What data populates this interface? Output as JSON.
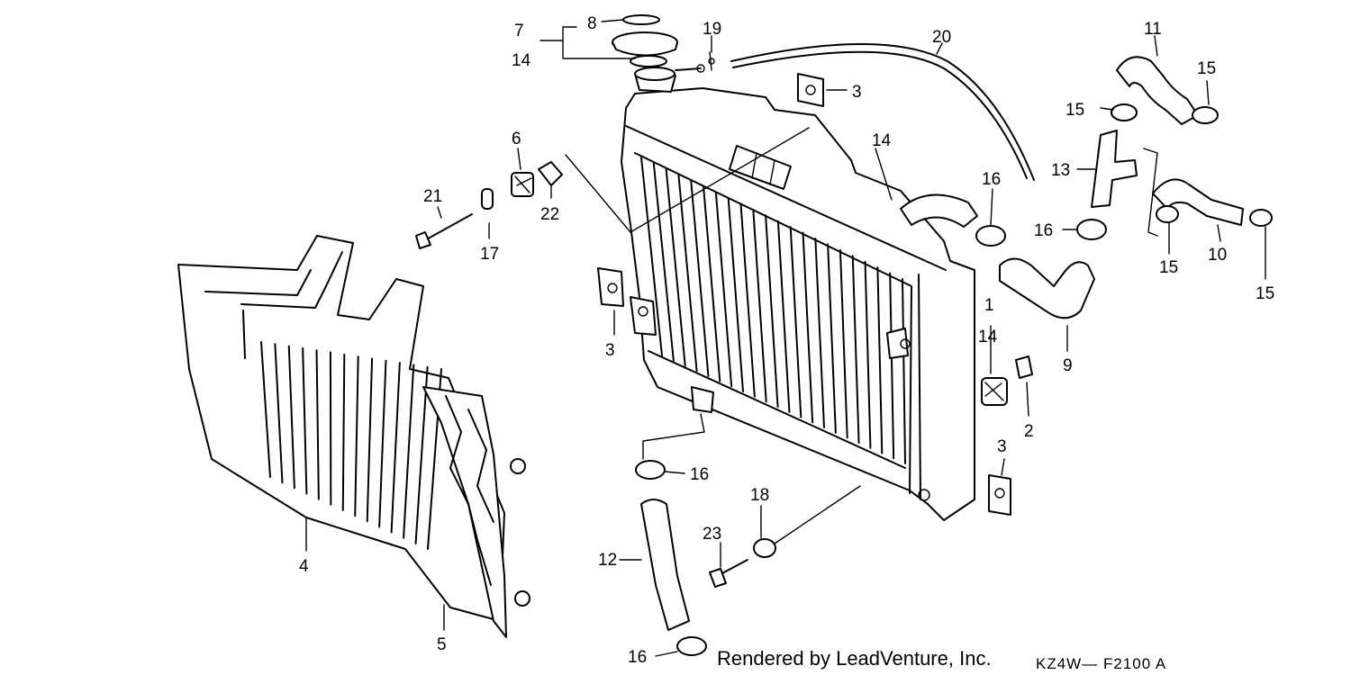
{
  "diagram": {
    "credit": "Rendered by LeadVenture, Inc.",
    "code": "KZ4W— F2100 A",
    "callouts": [
      "7",
      "8",
      "14",
      "19",
      "20",
      "11",
      "15",
      "3",
      "15",
      "6",
      "14",
      "13",
      "21",
      "22",
      "16",
      "16",
      "17",
      "15",
      "10",
      "15",
      "3",
      "1",
      "14",
      "9",
      "2",
      "3",
      "4",
      "16",
      "18",
      "23",
      "12",
      "5",
      "16"
    ]
  }
}
